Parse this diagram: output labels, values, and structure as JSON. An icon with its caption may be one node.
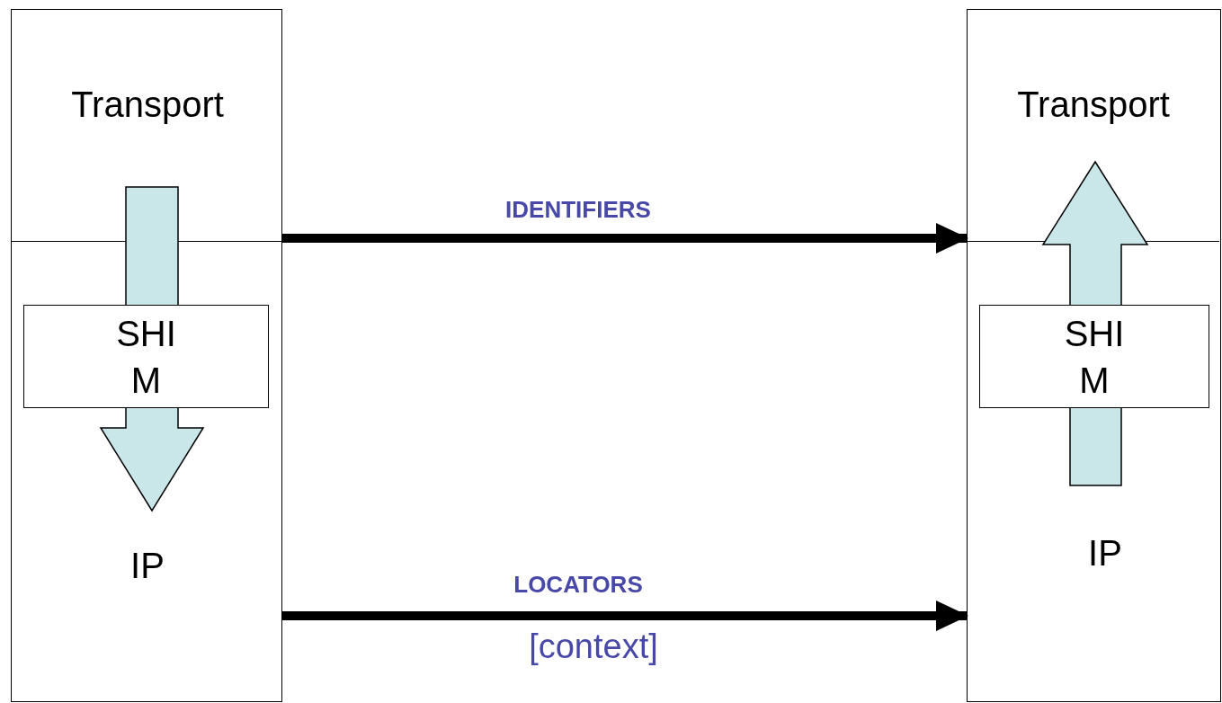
{
  "diagram": {
    "nodes": [
      {
        "text": [],
        "shape": "box"
      },
      {
        "text": [
          "Transport"
        ],
        "in": 0
      },
      {
        "text": [
          "IP"
        ],
        "in": 0
      },
      {
        "text": [
          "SHIM"
        ],
        "in": 0
      },
      {
        "text": [],
        "shape": "box"
      },
      {
        "text": [
          "Transport"
        ],
        "in": 4
      },
      {
        "text": [
          "IP"
        ],
        "in": 4
      },
      {
        "text": [
          "SHIM"
        ],
        "in": 4
      }
    ],
    "edges": [
      {
        "from": 0,
        "to": 4,
        "arrow": "to",
        "label": "IDENTIFIERS"
      },
      {
        "from": 0,
        "to": 4,
        "arrow": "to",
        "label": "LOCATORS"
      }
    ],
    "labels": [
      "[context]"
    ]
  }
}
